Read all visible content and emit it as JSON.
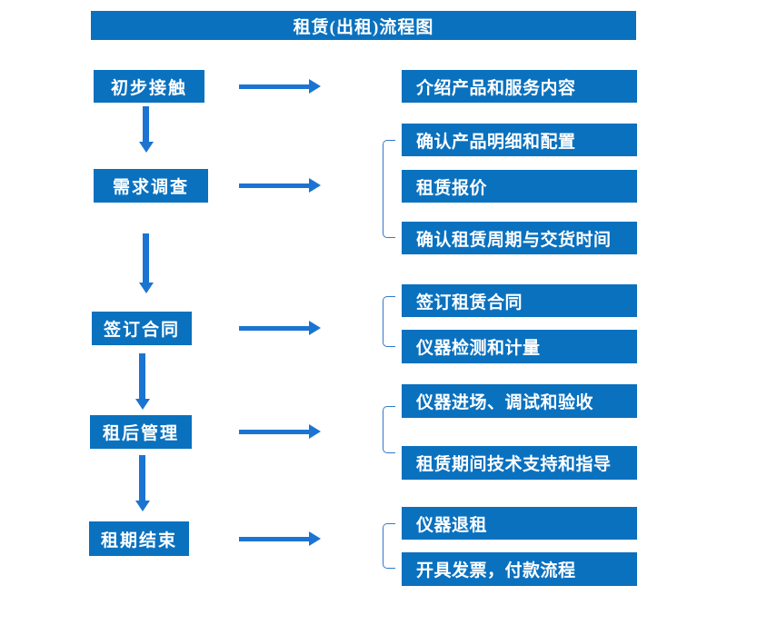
{
  "flow": {
    "title": "租赁(出租)流程图",
    "groups": [
      {
        "step": "初步接触",
        "details": [
          "介绍产品和服务内容"
        ]
      },
      {
        "step": "需求调查",
        "details": [
          "确认产品明细和配置",
          "租赁报价",
          "确认租赁周期与交货时间"
        ]
      },
      {
        "step": "签订合同",
        "details": [
          "签订租赁合同",
          "仪器检测和计量"
        ]
      },
      {
        "step": "租后管理",
        "details": [
          "仪器进场、调试和验收",
          "租赁期间技术支持和指导"
        ]
      },
      {
        "step": "租期结束",
        "details": [
          "仪器退租",
          "开具发票，付款流程"
        ]
      }
    ]
  },
  "colors": {
    "primary_blue": "#0a71bf",
    "arrow_blue": "#1b74d1",
    "bracket_blue": "#3079ca",
    "text_white": "#ffffff",
    "background": "#ffffff"
  }
}
